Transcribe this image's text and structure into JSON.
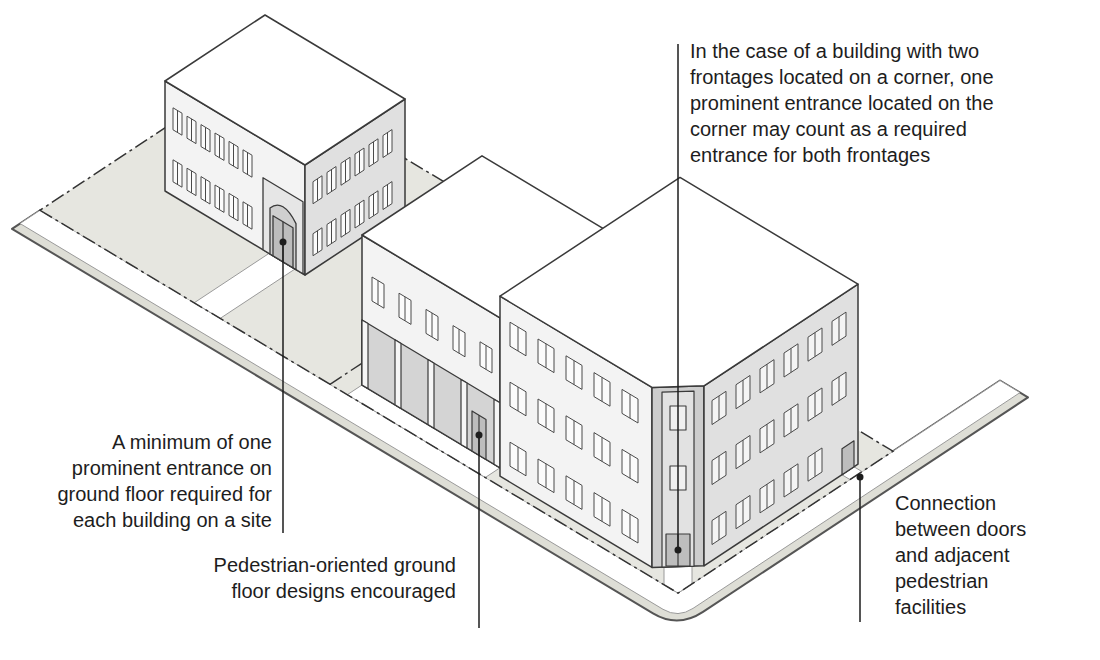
{
  "diagram": {
    "labels": [
      "In the case of a building with two frontages located on a corner, one prominent entrance located on the corner may count as a required entrance for both frontages",
      "A minimum of one prominent entrance on ground floor required for each building on a site",
      "Pedestrian-oriented ground floor designs encouraged",
      "Connection between doors and adjacent pedestrian facilities"
    ]
  }
}
